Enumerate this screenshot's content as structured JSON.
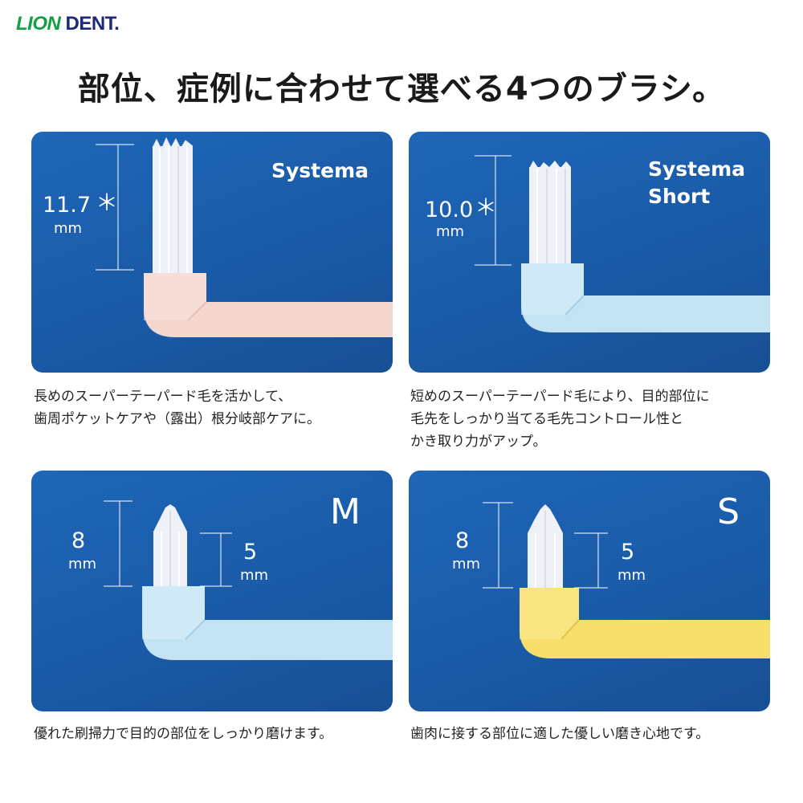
{
  "logo": {
    "lion": "LION",
    "dent": "DENT."
  },
  "headline": "部位、症例に合わせて選べる4つのブラシ。",
  "brushes": [
    {
      "name": "Systema",
      "length_main": "11.7",
      "mark": "＊",
      "unit": "mm",
      "handle_color": "#f3d7cf",
      "description": "長めのスーパーテーパード毛を活かして、\n歯周ポケットケアや（露出）根分岐部ケアに。"
    },
    {
      "name_line1": "Systema",
      "name_line2": "Short",
      "length_main": "10.0",
      "mark": "＊",
      "unit": "mm",
      "handle_color": "#c3e2f2",
      "description": "短めのスーパーテーパード毛により、目的部位に\n毛先をしっかり当てる毛先コントロール性と\nかき取り力がアップ。"
    },
    {
      "name": "M",
      "length_main": "8",
      "length_sub": "5",
      "unit": "mm",
      "handle_color": "#c3e2f2",
      "description": "優れた刷掃力で目的の部位をしっかり磨けます。"
    },
    {
      "name": "S",
      "length_main": "8",
      "length_sub": "5",
      "unit": "mm",
      "handle_color": "#f6df6a",
      "description": "歯肉に接する部位に適した優しい磨き心地です。"
    }
  ]
}
